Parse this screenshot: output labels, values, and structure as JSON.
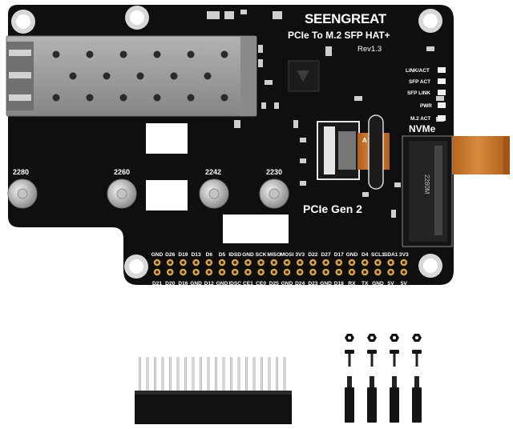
{
  "board": {
    "brand": "SEENGREAT",
    "product_name": "PCIe To M.2 SFP HAT+",
    "revision": "Rev1.3",
    "bus_label": "PCIe Gen 2",
    "nvme_label": "NVMe",
    "m2_marking": "2280M",
    "ribbon_label": "A"
  },
  "leds": [
    {
      "label": "LINK/ACT"
    },
    {
      "label": "SFP ACT"
    },
    {
      "label": "SFP LINK"
    },
    {
      "label": "PWR"
    },
    {
      "label": "M.2 ACT"
    }
  ],
  "standoffs": [
    {
      "label": "2280"
    },
    {
      "label": "2260"
    },
    {
      "label": "2242"
    },
    {
      "label": "2230"
    }
  ],
  "gpio_top": [
    "GND",
    "D26",
    "D19",
    "D13",
    "D6",
    "D5",
    "IDSD",
    "GND",
    "SCK",
    "MISO",
    "MOSI",
    "3V3",
    "D22",
    "D27",
    "D17",
    "GND",
    "D4",
    "SCL1",
    "SDA1",
    "3V3"
  ],
  "gpio_bottom": [
    "D21",
    "D20",
    "D16",
    "GND",
    "D12",
    "GND",
    "IDSC",
    "CE1",
    "CE0",
    "D25",
    "GND",
    "D24",
    "D23",
    "GND",
    "D18",
    "RX",
    "TX",
    "GND",
    "5V",
    "5V"
  ],
  "colors": {
    "pcb": "#0f0f0f",
    "silkscreen": "#ffffff",
    "shield": "#9a9a9a",
    "gold": "#d9a441",
    "flex_cable": "#c9742a",
    "led": "#f0f0f0"
  },
  "accessories": {
    "pin_header": "header-icon",
    "standoffs": "standoff-icon"
  }
}
